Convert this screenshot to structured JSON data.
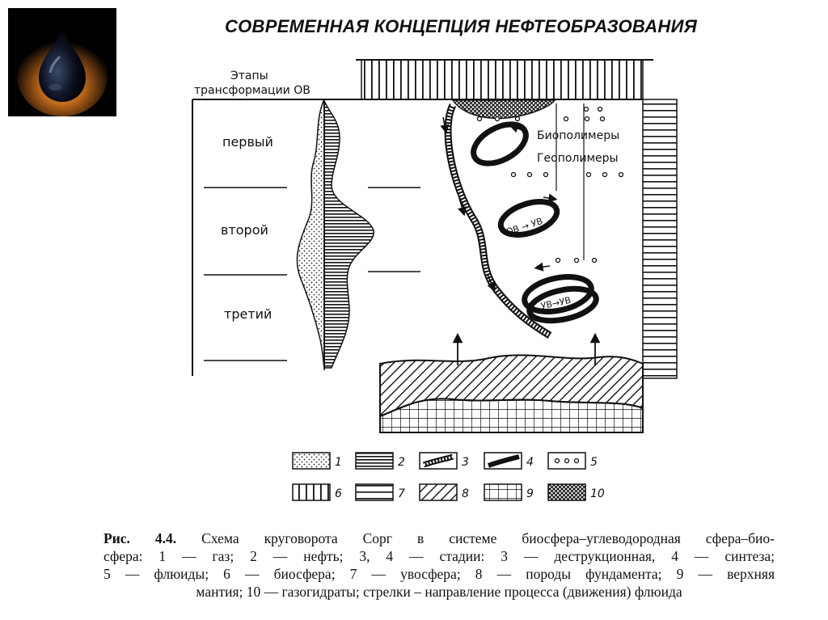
{
  "title": "СОВРЕМЕННАЯ КОНЦЕПЦИЯ НЕФТЕОБРАЗОВАНИЯ",
  "diagram": {
    "stages_header_line1": "Этапы",
    "stages_header_line2": "трансформации ОВ",
    "stages": [
      "первый",
      "второй",
      "третий"
    ],
    "labels": {
      "biopolymers": "Биополимеры",
      "geopolymers": "Геополимеры",
      "ov_to_uv": "ОВ → УВ",
      "uv_to_uv": "УВ→УВ"
    }
  },
  "legend": {
    "items": [
      {
        "num": "1",
        "pattern": "stipple"
      },
      {
        "num": "2",
        "pattern": "dense-horizontal"
      },
      {
        "num": "3",
        "pattern": "hatched-band"
      },
      {
        "num": "4",
        "pattern": "solid-band"
      },
      {
        "num": "5",
        "pattern": "circles"
      },
      {
        "num": "6",
        "pattern": "vertical"
      },
      {
        "num": "7",
        "pattern": "horizontal"
      },
      {
        "num": "8",
        "pattern": "diagonal"
      },
      {
        "num": "9",
        "pattern": "grid"
      },
      {
        "num": "10",
        "pattern": "crosshatch"
      }
    ]
  },
  "caption": {
    "fig_label": "Рис. 4.4.",
    "line1": "Схема круговорота Cорг в системе биосфера–углеводородная сфера–био-",
    "line2": "сфера: 1 — газ; 2 — нефть; 3, 4 — стадии: 3 — деструкционная, 4 — синтеза;",
    "line3": "5 — флюиды; 6 — биосфера; 7 — увосфера; 8 — породы фундамента; 9 — верхняя",
    "line4": "мантия; 10 — газогидраты; стрелки – направление процесса (движения) флюида"
  }
}
